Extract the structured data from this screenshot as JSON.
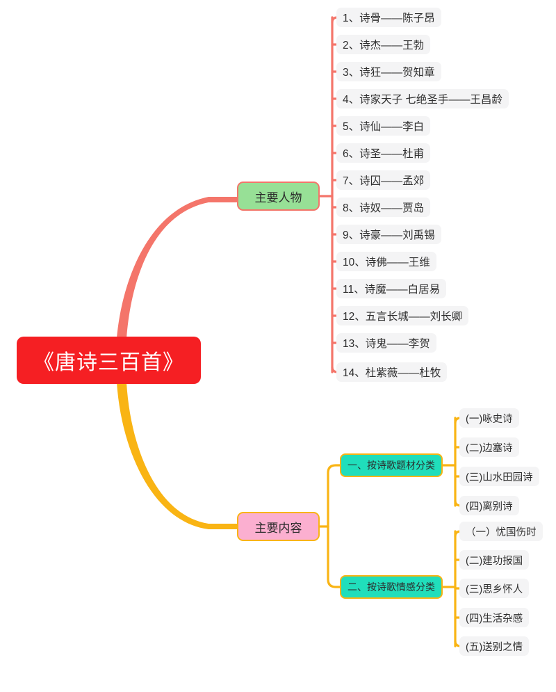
{
  "title": "《唐诗三百首》",
  "colors": {
    "root_bg": "#F51F23",
    "root_text": "#FFFFFF",
    "branch_people": "#F4756A",
    "branch_content": "#F9B414",
    "node_people_bg": "#97E096",
    "node_content_bg": "#FBAFD0",
    "node_category_bg": "#20DEBB",
    "leaf_bg": "#F4F4F5",
    "leaf_text": "#2F2F2F",
    "page_bg": "#FFFFFF"
  },
  "root": {
    "label": "《唐诗三百首》"
  },
  "branches": [
    {
      "id": "people",
      "label": "主要人物",
      "accent": "#F4756A",
      "items": [
        "1、诗骨——陈子昂",
        "2、诗杰——王勃",
        "3、诗狂——贺知章",
        "4、诗家天子 七绝圣手——王昌龄",
        "5、诗仙——李白",
        "6、诗圣——杜甫",
        "7、诗囚——孟郊",
        "8、诗奴——贾岛",
        "9、诗豪——刘禹锡",
        "10、诗佛——王维",
        "11、诗魔——白居易",
        "12、五言长城——刘长卿",
        "13、诗鬼——李贺",
        "14、杜紫薇——杜牧"
      ]
    },
    {
      "id": "content",
      "label": "主要内容",
      "accent": "#F9B414",
      "categories": [
        {
          "id": "by-theme",
          "label": "一、按诗歌题材分类",
          "items": [
            "(一)咏史诗",
            "(二)边塞诗",
            "(三)山水田园诗",
            "(四)离别诗"
          ]
        },
        {
          "id": "by-emotion",
          "label": "二、按诗歌情感分类",
          "items": [
            "（一）忧国伤时",
            "(二)建功报国",
            "(三)思乡怀人",
            "(四)生活杂感",
            "(五)送别之情"
          ]
        }
      ]
    }
  ]
}
